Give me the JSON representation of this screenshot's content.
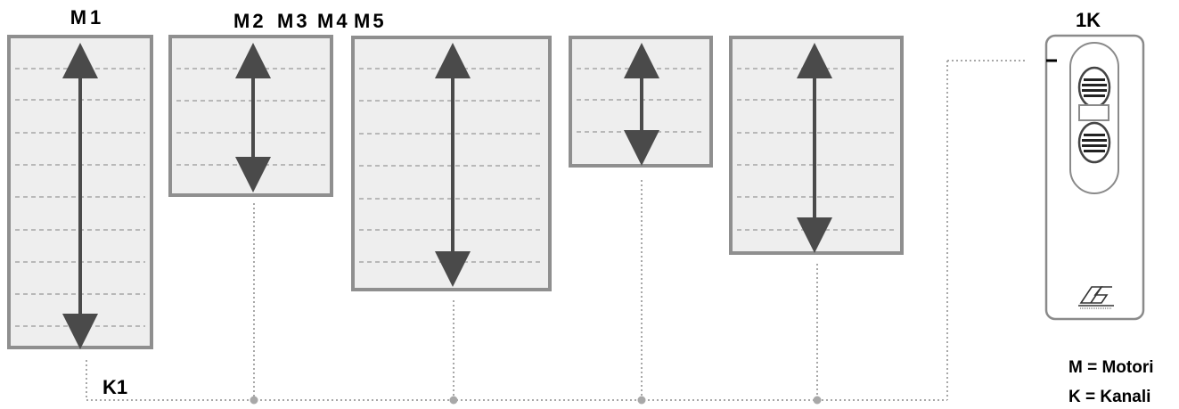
{
  "labels": {
    "m1": "M1",
    "m2": "M2",
    "m3": "M3",
    "m4": "M4",
    "m5": "M5",
    "remote": "1K",
    "channel": "K1"
  },
  "legend": {
    "motors": "M = Motori",
    "channels": "K = Kanali"
  },
  "colors": {
    "shutter_fill": "#eeeeee",
    "shutter_border": "#8f8f8f",
    "slat_dash": "#a6a6a6",
    "arrow": "#4a4a4a",
    "wire": "#a8a8a8",
    "text": "#000000"
  },
  "icons": {
    "arrow": "double-headed-arrow-icon",
    "remote_up": "up-button-icon",
    "remote_down": "down-button-icon",
    "brand_logo": "brand-logo-icon"
  }
}
